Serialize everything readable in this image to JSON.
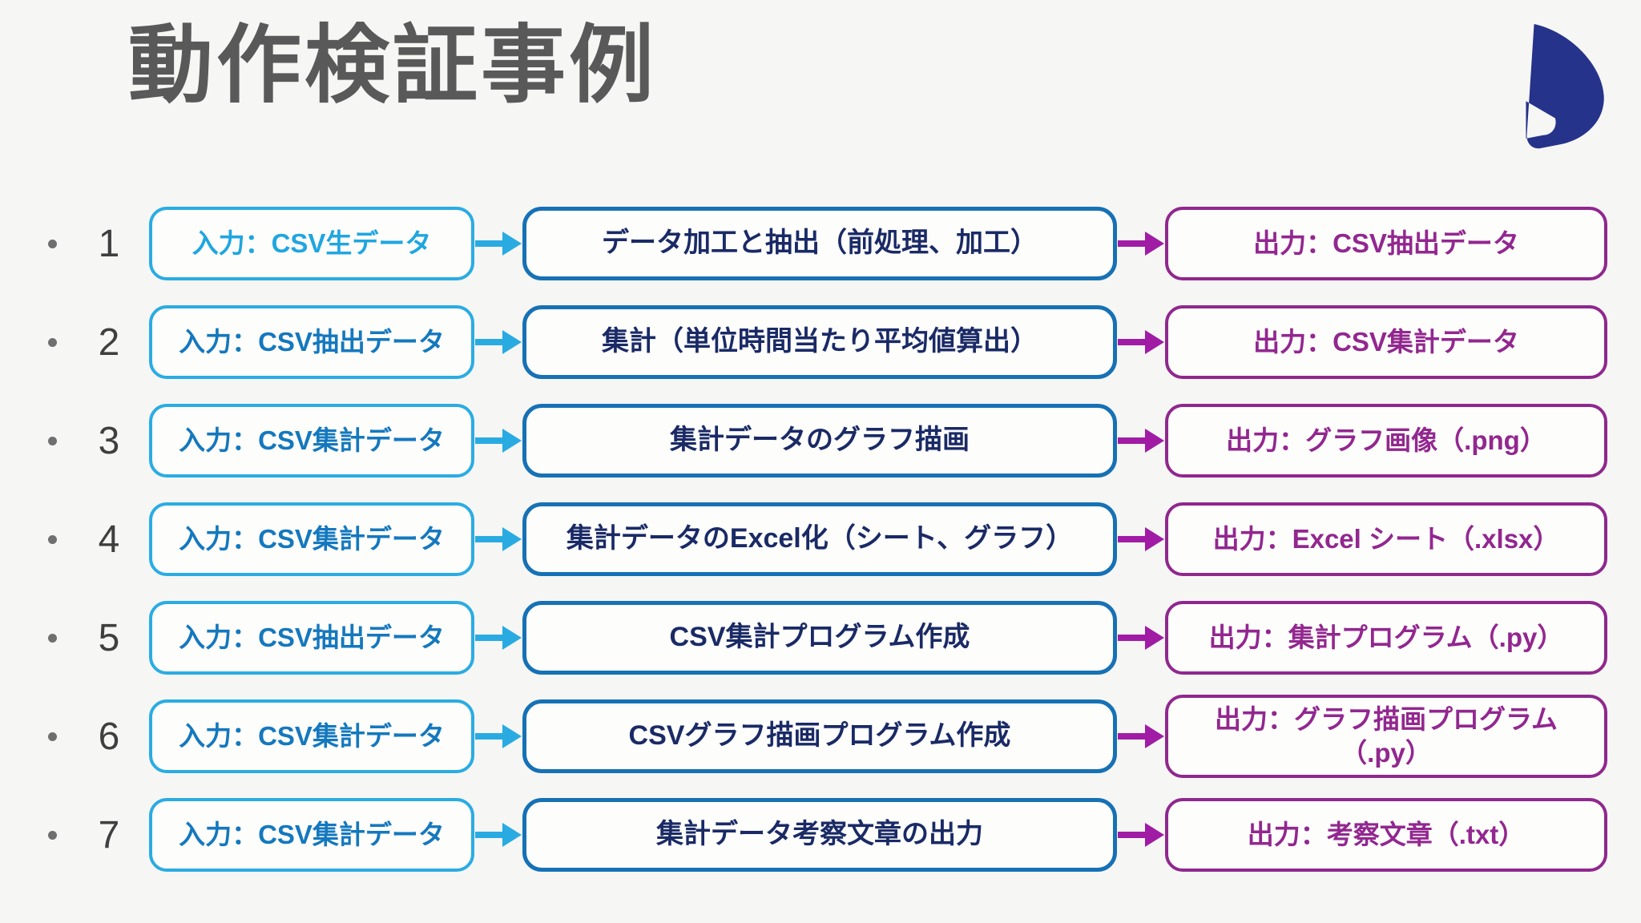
{
  "slide": {
    "title": "動作検証事例"
  },
  "logo": {
    "name": "company-d-logo",
    "color": "#26338b"
  },
  "colors": {
    "background": "#f6f6f5",
    "title_text": "#595959",
    "input_border": "#2aace3",
    "input_text": "#1478be",
    "input_text_highlight": "#1fa6e0",
    "input_arrow": "#29abe2",
    "process_border": "#1671b5",
    "process_text": "#1a2a66",
    "output_border": "#90278e",
    "output_text": "#92278f",
    "output_arrow": "#a01ca5"
  },
  "rows": [
    {
      "number": "1",
      "input": "入力：CSV生データ",
      "process": "データ加工と抽出（前処理、加工）",
      "output": "出力：CSV抽出データ"
    },
    {
      "number": "2",
      "input": "入力：CSV抽出データ",
      "process": "集計（単位時間当たり平均値算出）",
      "output": "出力：CSV集計データ"
    },
    {
      "number": "3",
      "input": "入力：CSV集計データ",
      "process": "集計データのグラフ描画",
      "output": "出力：グラフ画像（.png）"
    },
    {
      "number": "4",
      "input": "入力：CSV集計データ",
      "process": "集計データのExcel化（シート、グラフ）",
      "output": "出力：Excel シート（.xlsx）"
    },
    {
      "number": "5",
      "input": "入力：CSV抽出データ",
      "process": "CSV集計プログラム作成",
      "output": "出力：集計プログラム（.py）"
    },
    {
      "number": "6",
      "input": "入力：CSV集計データ",
      "process": "CSVグラフ描画プログラム作成",
      "output": "出力：グラフ描画プログラム（.py）"
    },
    {
      "number": "7",
      "input": "入力：CSV集計データ",
      "process": "集計データ考察文章の出力",
      "output": "出力：考察文章（.txt）"
    }
  ]
}
